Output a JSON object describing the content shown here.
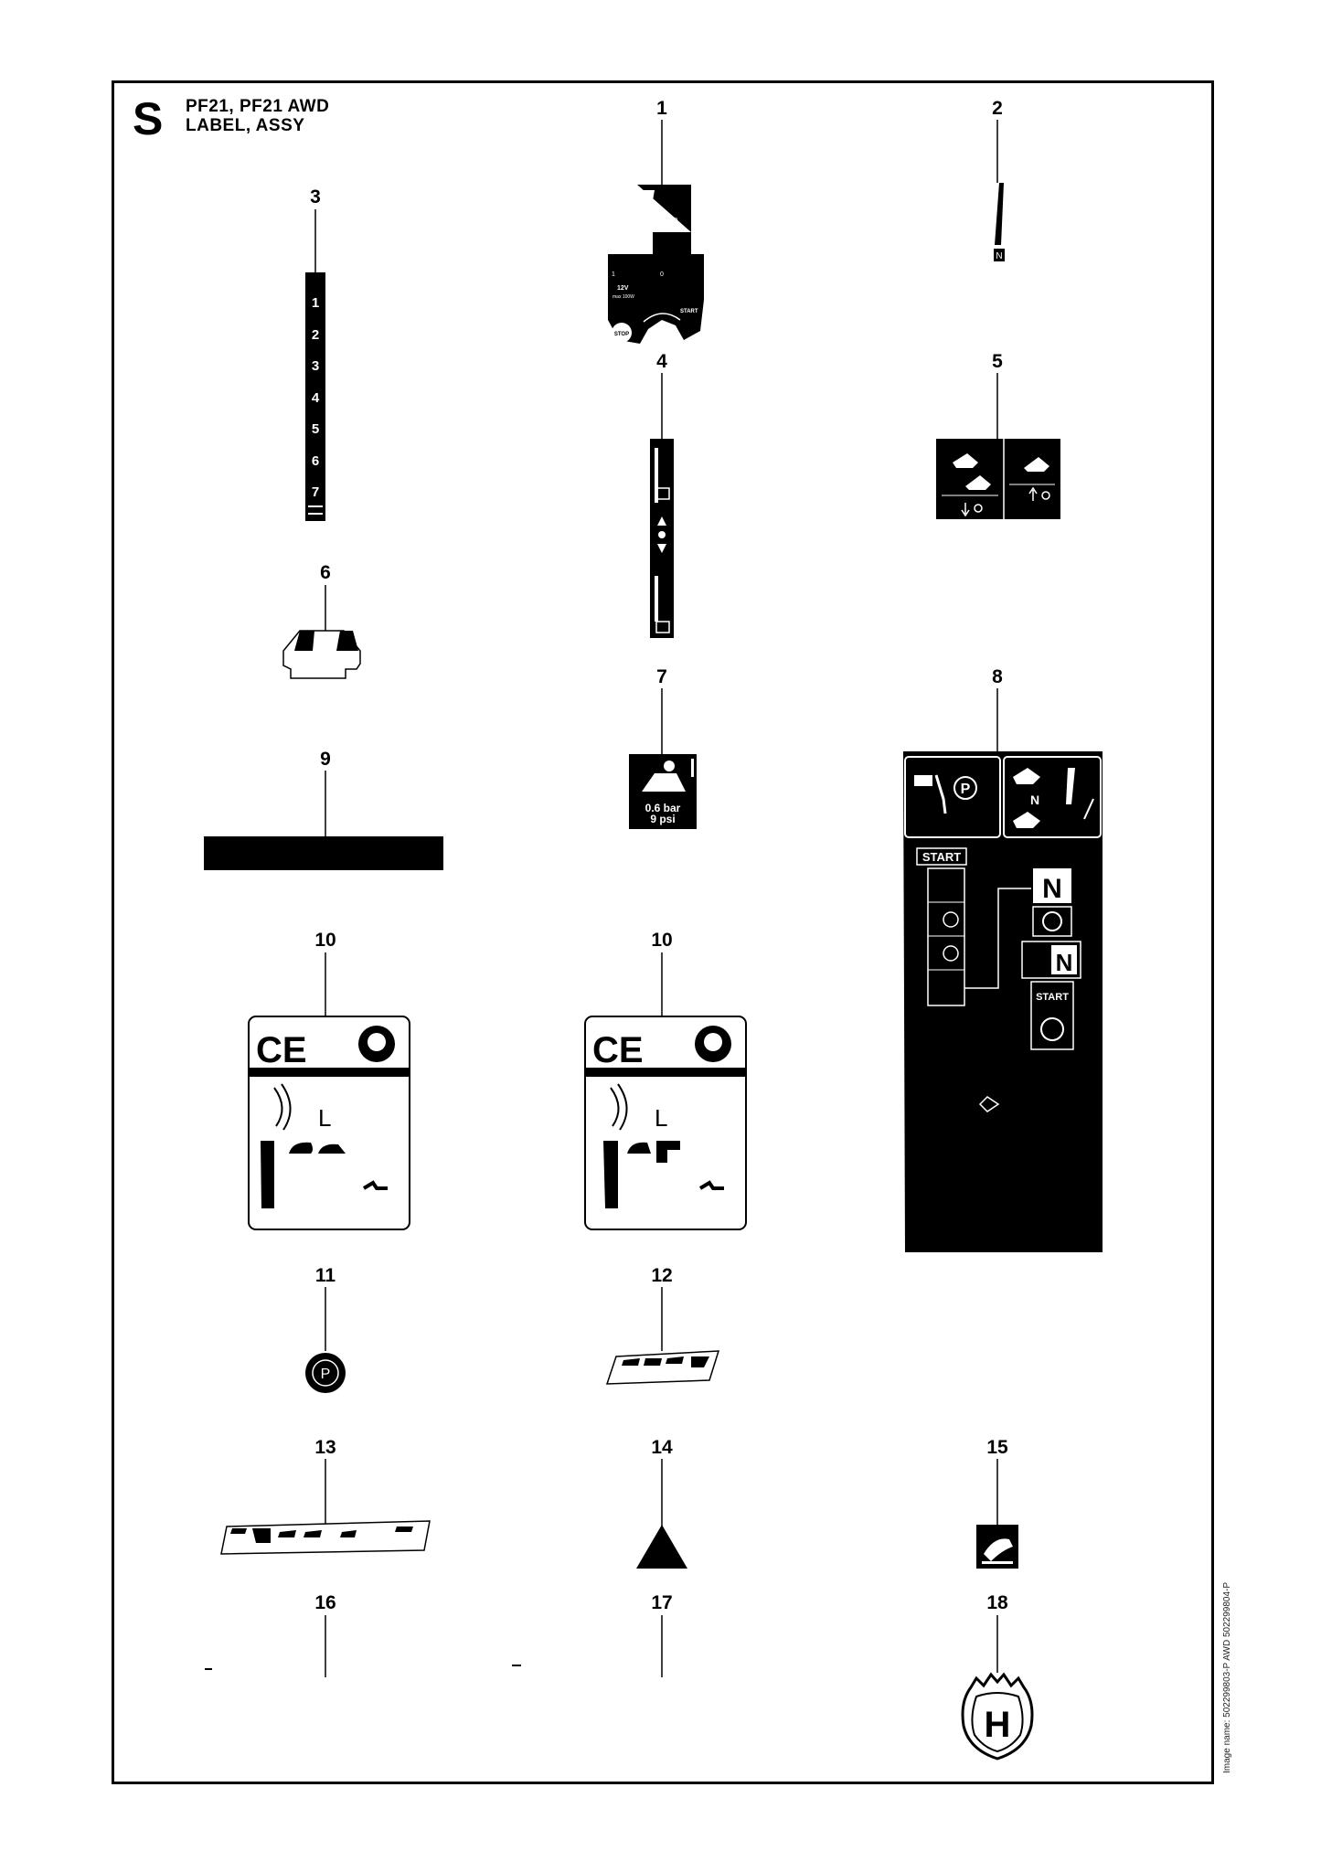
{
  "header": {
    "section_letter": "S",
    "title_line1": "PF21, PF21 AWD",
    "title_line2": "LABEL, ASSY"
  },
  "image_name": "Image name: 502299803-P AWD 502299804-P",
  "callouts": [
    "1",
    "2",
    "3",
    "4",
    "5",
    "6",
    "7",
    "8",
    "9",
    "10",
    "10",
    "11",
    "12",
    "13",
    "14",
    "15",
    "16",
    "17",
    "18"
  ],
  "label1": {
    "num_1": "1",
    "sym_0": "♯0",
    "num_1b": "1",
    "num_0": "0",
    "voltage": "12V",
    "max": "max 100W",
    "stop": "STOP",
    "start": "START"
  },
  "label2": {
    "mark": "N"
  },
  "label3": {
    "steps": [
      "1",
      "2",
      "3",
      "4",
      "5",
      "6",
      "7"
    ]
  },
  "label7": {
    "pressure_bar": "0.6 bar",
    "pressure_psi": "9 psi"
  },
  "label8": {
    "neutral": "N",
    "start_top": "START",
    "start_mid": "START",
    "neutral2": "N",
    "neutral3": "N"
  },
  "label10": {
    "ce": "CE",
    "lwa_symbol": "L"
  },
  "label11": {
    "symbol": "P"
  },
  "label8_parking": "P",
  "label18": {
    "letter": "H"
  },
  "colors": {
    "ink": "#000000",
    "paper": "#ffffff"
  }
}
